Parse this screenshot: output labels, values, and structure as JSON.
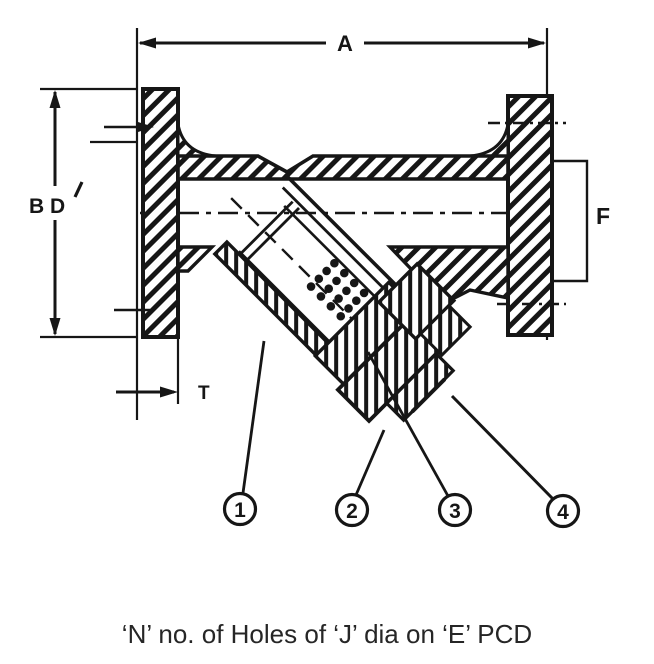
{
  "drawing": {
    "type_description": "Y-strainer sectional general-arrangement drawing",
    "caption": "‘N’ no. of Holes of ‘J’ dia on ‘E’ PCD",
    "dimensions": {
      "face_to_face_label": "A",
      "flange_dia_label": "B D",
      "flange_thickness_label": "T",
      "port_depth_label": "F"
    },
    "callouts": [
      {
        "number": "1"
      },
      {
        "number": "2"
      },
      {
        "number": "3"
      },
      {
        "number": "4"
      }
    ],
    "colors": {
      "ink": "#161616",
      "background": "#ffffff"
    }
  }
}
